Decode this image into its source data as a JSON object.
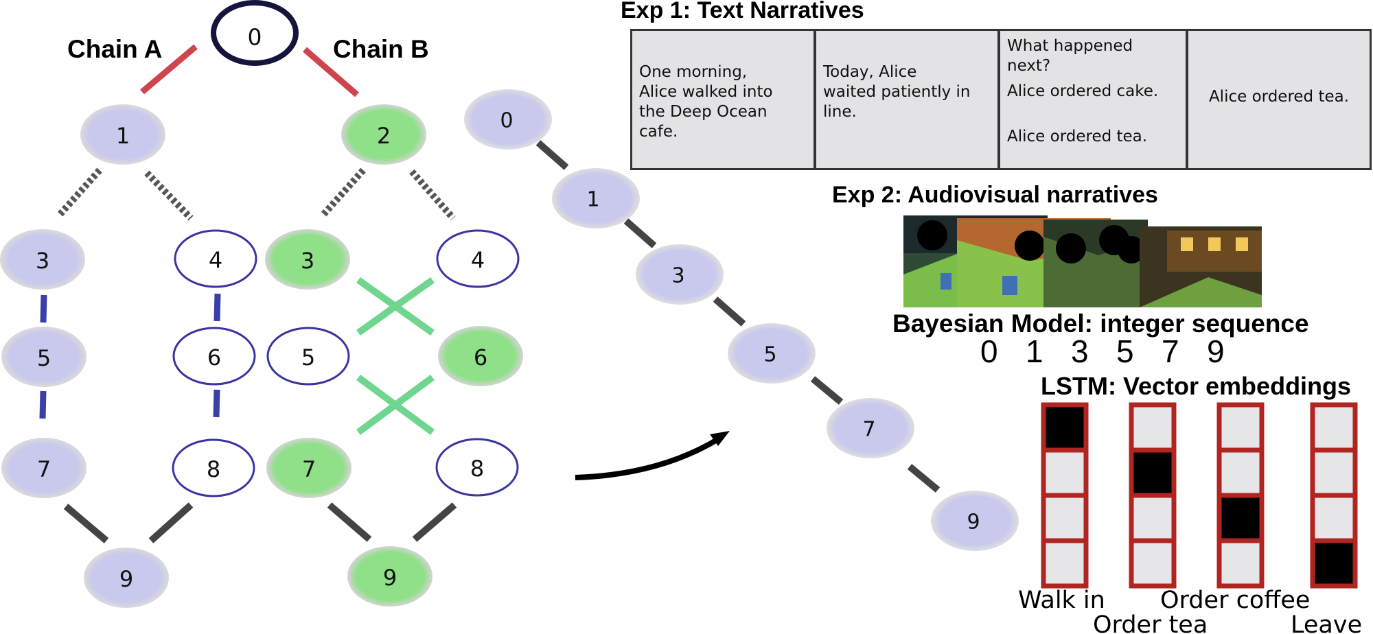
{
  "chain_a": {
    "title": "Chain A",
    "nodes": [
      "1",
      "3",
      "4",
      "5",
      "6",
      "7",
      "8",
      "9"
    ]
  },
  "chain_b": {
    "title": "Chain B",
    "nodes": [
      "2",
      "3",
      "4",
      "5",
      "6",
      "7",
      "8",
      "9"
    ]
  },
  "root_node": "0",
  "sequence_nodes": [
    "0",
    "1",
    "3",
    "5",
    "7",
    "9"
  ],
  "exp1": {
    "title": "Exp 1: Text Narratives",
    "panels": [
      {
        "lines": [
          "One morning,",
          "Alice walked into",
          "the Deep Ocean",
          "cafe."
        ]
      },
      {
        "lines": [
          "Today, Alice",
          "waited patiently in",
          "line."
        ]
      },
      {
        "lines": [
          "What happened",
          "next?",
          "Alice ordered cake.",
          "Alice ordered tea."
        ]
      },
      {
        "lines": [
          "Alice ordered tea."
        ]
      }
    ]
  },
  "exp2": {
    "title": "Exp 2: Audiovisual narratives"
  },
  "bayesian": {
    "title": "Bayesian Model: integer sequence",
    "sequence": [
      "0",
      "1",
      "3",
      "5",
      "7",
      "9"
    ]
  },
  "lstm": {
    "title": "LSTM: Vector embeddings",
    "embedding_labels": [
      "Walk in",
      "Order tea",
      "Order coffee",
      "Leave"
    ],
    "active_index": [
      0,
      1,
      2,
      3
    ]
  },
  "colors": {
    "chain_a_fill": "#c9c9ee",
    "chain_b_fill": "#90e08a",
    "empty_node_stroke": "#3a35a0",
    "red_line": "#d0444e",
    "blue_dash": "#3b3fa8",
    "green_cross": "#69d48a",
    "dark_line": "#444444",
    "embedding_border": "#b0251f"
  }
}
